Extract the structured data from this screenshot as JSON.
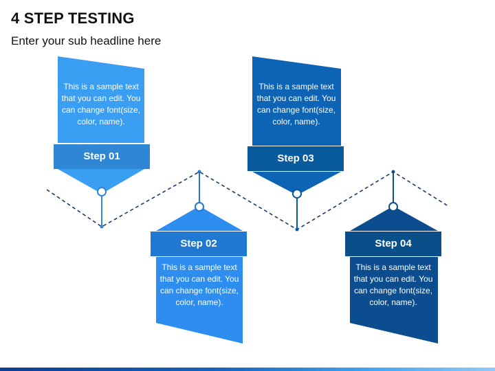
{
  "title": "4 STEP TESTING",
  "subtitle": "Enter your sub headline here",
  "colors": {
    "step1": "#3a9ef2",
    "step2": "#2e8ef0",
    "step3": "#0d63b4",
    "step4": "#0b4d8e",
    "band1": "#2e86d4",
    "band2": "#1f78d1",
    "band3": "#0a5a9e",
    "band4": "#0a4f8a",
    "line": "#163a6b"
  },
  "steps": [
    {
      "label": "Step 01",
      "text": "This is a sample text that you can edit. You can change font(size, color, name)."
    },
    {
      "label": "Step 02",
      "text": "This is a sample text that you can edit. You can change font(size, color, name)."
    },
    {
      "label": "Step 03",
      "text": "This is a sample text that you can edit. You can change font(size, color, name)."
    },
    {
      "label": "Step 04",
      "text": "This is a sample text that you can edit. You can change font(size, color, name)."
    }
  ]
}
